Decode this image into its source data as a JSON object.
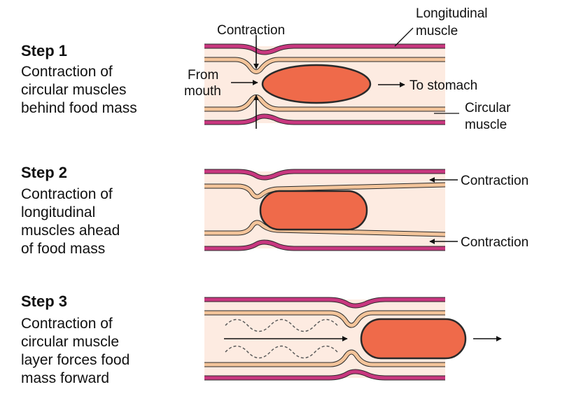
{
  "colors": {
    "longitudinal_muscle": "#c8377f",
    "circular_muscle": "#f3c49a",
    "tube_fill": "#fdebe1",
    "food_mass": "#ef6a4a",
    "outline": "#2a2a2a"
  },
  "steps": [
    {
      "title": "Step 1",
      "description": [
        "Contraction of",
        "circular muscles",
        "behind food mass"
      ],
      "labels": {
        "top_arrow": "Contraction",
        "from_mouth": [
          "From",
          "mouth"
        ],
        "to_stomach": "To stomach",
        "longitudinal_muscle": [
          "Longitudinal",
          "muscle"
        ],
        "circular_muscle": [
          "Circular",
          "muscle"
        ]
      }
    },
    {
      "title": "Step 2",
      "description": [
        "Contraction of",
        "longitudinal",
        "muscles ahead",
        "of food mass"
      ],
      "labels": {
        "top_contraction": "Contraction",
        "bottom_contraction": "Contraction"
      }
    },
    {
      "title": "Step 3",
      "description": [
        "Contraction of",
        "circular muscle",
        "layer forces food",
        "mass forward"
      ]
    }
  ]
}
